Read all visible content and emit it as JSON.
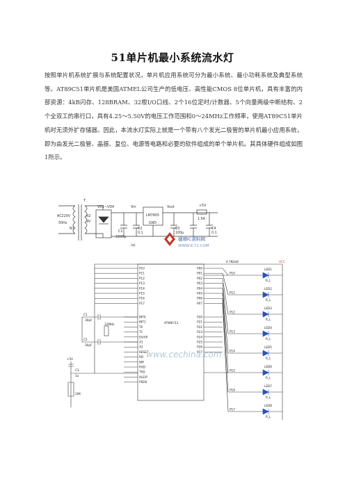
{
  "document": {
    "title": "51单片机最小系统流水灯",
    "paragraph": "按照单片机系统扩展与系统配置状况，单片机应用系统可分为最小系统、最小功耗系统及典型系统等。AT89C51单片机是美国ATMEL公司生产的低电压、高性能CMOS 8位单片机，具有丰富的内部资源：4kB闪存、128BRAM、32根I/O口线、2个16位定时/计数器、5个向量两级中断结构、2个全双工的串行口，具有4.25～5.50V的电压工作范围和0～24MHz工作频率，使用AT89C51单片机时无须外扩存储器。因此，本流水灯实际上就是一个带有八个发光二极管的单片机最小应用系统，即为由发光二极管、晶振、复位、电源等电路和必要的软件组成的单个单片机。其具体硬件组成如图1所示。"
  },
  "figure1": {
    "transformer": "T",
    "ac_in": "AC220V",
    "freq": "50Hz",
    "n1": "N1",
    "n2": "N2",
    "v9": "9V",
    "bridge": "VD1~VD4",
    "vin": "Vin",
    "regulator": "LM7805",
    "gnd": "GND",
    "vout": "Vout",
    "plus5v": "+5V",
    "fuse": "1.5A",
    "c1": "C1",
    "c1v": "2200μ",
    "c2": "C2",
    "c2v": "0.1",
    "c3": "C3",
    "c3v": "100μ",
    "c4": "C4",
    "c4v": "0.1",
    "sub": "(a)",
    "wm1": "捷顺IC资料网",
    "wm2": "WWW.IC72.COM"
  },
  "figure2": {
    "chip": "AT89C51",
    "vcc": "VCC",
    "resistor": "4.7KΩx8",
    "watermark": "www.cechina.com",
    "p1_pins": [
      "P10",
      "P11",
      "P12",
      "P13",
      "P14",
      "P15",
      "P16",
      "P17"
    ],
    "p0_pins": [
      "P00",
      "P01",
      "P02",
      "P03",
      "P04",
      "P05",
      "P06",
      "P07"
    ],
    "p2_pins": [
      "P20",
      "P21",
      "P22",
      "P23",
      "P24",
      "P25",
      "P26",
      "P27"
    ],
    "p3_pins": [
      "INT0",
      "INT1",
      "T0",
      "T1",
      "EA/VP",
      "X1",
      "X2",
      "RESET",
      "RD",
      "WR",
      "RXD",
      "TXD",
      "ALE/P",
      "PSEN"
    ],
    "net_labels": [
      "P10",
      "P11",
      "P12",
      "P13",
      "P14",
      "P15",
      "P16",
      "P17"
    ],
    "leds": [
      "LED1",
      "LED2",
      "LED3",
      "LED4",
      "LED5",
      "LED6",
      "LED7",
      "LED8"
    ],
    "led_sub": "R_L",
    "c1": "C1",
    "c1v": "30pF",
    "c2": "C2",
    "c2v": "30pF",
    "xtal": "12MHz",
    "c3": "C3",
    "c3v": "1u",
    "plus5v": "+5V",
    "r": "10K"
  }
}
